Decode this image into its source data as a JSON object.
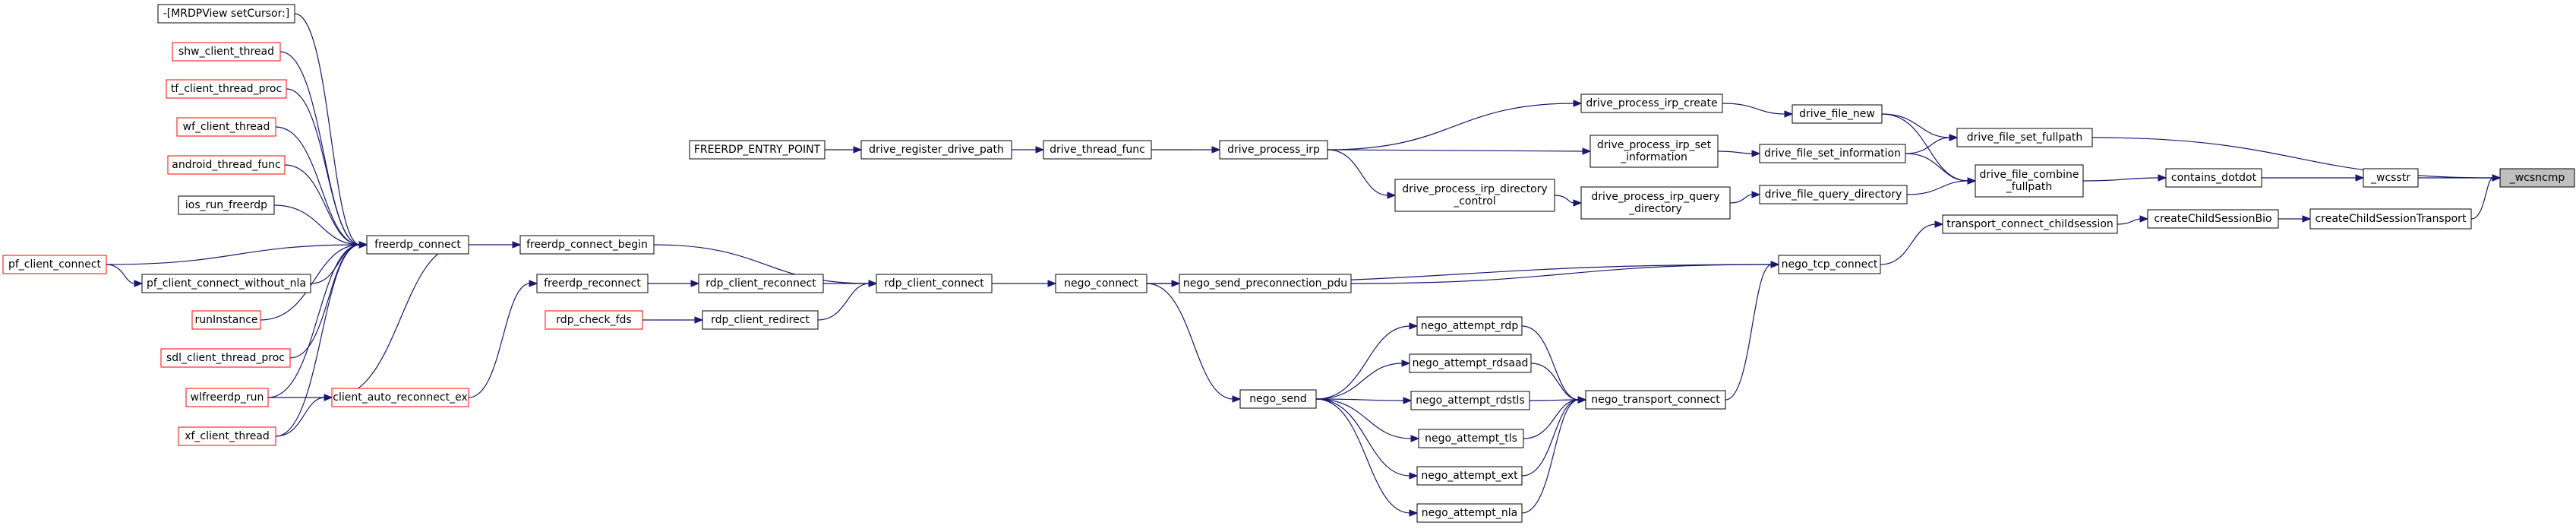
{
  "graph": {
    "root": "_wcsncmp",
    "colors": {
      "edge": "#191970",
      "external_border": "#ff0000",
      "node_border": "#000000",
      "root_fill": "#bfbfbf"
    },
    "nodes": [
      {
        "id": "wcsncmp",
        "lines": [
          "_wcsncmp"
        ],
        "kind": "root"
      },
      {
        "id": "wcsstr",
        "lines": [
          "_wcsstr"
        ],
        "kind": "normal"
      },
      {
        "id": "createChildSessionTransport",
        "lines": [
          "createChildSessionTransport"
        ],
        "kind": "normal"
      },
      {
        "id": "contains_dotdot",
        "lines": [
          "contains_dotdot"
        ],
        "kind": "normal"
      },
      {
        "id": "createChildSessionBio",
        "lines": [
          "createChildSessionBio"
        ],
        "kind": "normal"
      },
      {
        "id": "drive_file_set_fullpath",
        "lines": [
          "drive_file_set_fullpath"
        ],
        "kind": "normal"
      },
      {
        "id": "drive_file_combine_fullpath",
        "lines": [
          "drive_file_combine",
          "_fullpath"
        ],
        "kind": "normal"
      },
      {
        "id": "transport_connect_childsession",
        "lines": [
          "transport_connect_childsession"
        ],
        "kind": "normal"
      },
      {
        "id": "drive_file_new",
        "lines": [
          "drive_file_new"
        ],
        "kind": "normal"
      },
      {
        "id": "drive_file_set_information",
        "lines": [
          "drive_file_set_information"
        ],
        "kind": "normal"
      },
      {
        "id": "drive_file_query_directory",
        "lines": [
          "drive_file_query_directory"
        ],
        "kind": "normal"
      },
      {
        "id": "nego_tcp_connect",
        "lines": [
          "nego_tcp_connect"
        ],
        "kind": "normal"
      },
      {
        "id": "drive_process_irp_create",
        "lines": [
          "drive_process_irp_create"
        ],
        "kind": "normal"
      },
      {
        "id": "drive_process_irp_set_information",
        "lines": [
          "drive_process_irp_set",
          "_information"
        ],
        "kind": "normal"
      },
      {
        "id": "drive_process_irp_query_directory",
        "lines": [
          "drive_process_irp_query",
          "_directory"
        ],
        "kind": "normal"
      },
      {
        "id": "nego_transport_connect",
        "lines": [
          "nego_transport_connect"
        ],
        "kind": "normal"
      },
      {
        "id": "drive_process_irp",
        "lines": [
          "drive_process_irp"
        ],
        "kind": "normal"
      },
      {
        "id": "drive_process_irp_directory_control",
        "lines": [
          "drive_process_irp_directory",
          "_control"
        ],
        "kind": "normal"
      },
      {
        "id": "nego_send_preconnection_pdu",
        "lines": [
          "nego_send_preconnection_pdu"
        ],
        "kind": "normal"
      },
      {
        "id": "nego_attempt_rdp",
        "lines": [
          "nego_attempt_rdp"
        ],
        "kind": "normal"
      },
      {
        "id": "nego_attempt_rdsaad",
        "lines": [
          "nego_attempt_rdsaad"
        ],
        "kind": "normal"
      },
      {
        "id": "nego_attempt_rdstls",
        "lines": [
          "nego_attempt_rdstls"
        ],
        "kind": "normal"
      },
      {
        "id": "nego_attempt_tls",
        "lines": [
          "nego_attempt_tls"
        ],
        "kind": "normal"
      },
      {
        "id": "nego_attempt_ext",
        "lines": [
          "nego_attempt_ext"
        ],
        "kind": "normal"
      },
      {
        "id": "nego_attempt_nla",
        "lines": [
          "nego_attempt_nla"
        ],
        "kind": "normal"
      },
      {
        "id": "drive_thread_func",
        "lines": [
          "drive_thread_func"
        ],
        "kind": "normal"
      },
      {
        "id": "nego_connect",
        "lines": [
          "nego_connect"
        ],
        "kind": "normal"
      },
      {
        "id": "nego_send",
        "lines": [
          "nego_send"
        ],
        "kind": "normal"
      },
      {
        "id": "drive_register_drive_path",
        "lines": [
          "drive_register_drive_path"
        ],
        "kind": "normal"
      },
      {
        "id": "rdp_client_connect",
        "lines": [
          "rdp_client_connect"
        ],
        "kind": "normal"
      },
      {
        "id": "FREERDP_ENTRY_POINT",
        "lines": [
          "FREERDP_ENTRY_POINT"
        ],
        "kind": "normal"
      },
      {
        "id": "freerdp_connect_begin",
        "lines": [
          "freerdp_connect_begin"
        ],
        "kind": "normal"
      },
      {
        "id": "rdp_client_reconnect",
        "lines": [
          "rdp_client_reconnect"
        ],
        "kind": "normal"
      },
      {
        "id": "rdp_client_redirect",
        "lines": [
          "rdp_client_redirect"
        ],
        "kind": "normal"
      },
      {
        "id": "freerdp_connect",
        "lines": [
          "freerdp_connect"
        ],
        "kind": "normal"
      },
      {
        "id": "freerdp_reconnect",
        "lines": [
          "freerdp_reconnect"
        ],
        "kind": "normal"
      },
      {
        "id": "rdp_check_fds",
        "lines": [
          "rdp_check_fds"
        ],
        "kind": "external"
      },
      {
        "id": "MRDPView_setCursor",
        "lines": [
          "-[MRDPView setCursor:]"
        ],
        "kind": "normal"
      },
      {
        "id": "shw_client_thread",
        "lines": [
          "shw_client_thread"
        ],
        "kind": "external"
      },
      {
        "id": "tf_client_thread_proc",
        "lines": [
          "tf_client_thread_proc"
        ],
        "kind": "external"
      },
      {
        "id": "wf_client_thread",
        "lines": [
          "wf_client_thread"
        ],
        "kind": "external"
      },
      {
        "id": "android_thread_func",
        "lines": [
          "android_thread_func"
        ],
        "kind": "external"
      },
      {
        "id": "ios_run_freerdp",
        "lines": [
          "ios_run_freerdp"
        ],
        "kind": "normal"
      },
      {
        "id": "pf_client_connect_without_nla",
        "lines": [
          "pf_client_connect_without_nla"
        ],
        "kind": "normal"
      },
      {
        "id": "runInstance",
        "lines": [
          "runInstance"
        ],
        "kind": "external"
      },
      {
        "id": "sdl_client_thread_proc",
        "lines": [
          "sdl_client_thread_proc"
        ],
        "kind": "external"
      },
      {
        "id": "wlfreerdp_run",
        "lines": [
          "wlfreerdp_run"
        ],
        "kind": "external"
      },
      {
        "id": "xf_client_thread",
        "lines": [
          "xf_client_thread"
        ],
        "kind": "external"
      },
      {
        "id": "client_auto_reconnect_ex",
        "lines": [
          "client_auto_reconnect_ex"
        ],
        "kind": "external"
      },
      {
        "id": "pf_client_connect",
        "lines": [
          "pf_client_connect"
        ],
        "kind": "external"
      }
    ],
    "edges": [
      [
        "wcsncmp",
        "wcsstr"
      ],
      [
        "wcsncmp",
        "createChildSessionTransport"
      ],
      [
        "wcsncmp",
        "drive_file_set_fullpath"
      ],
      [
        "wcsstr",
        "contains_dotdot"
      ],
      [
        "contains_dotdot",
        "drive_file_combine_fullpath"
      ],
      [
        "createChildSessionTransport",
        "createChildSessionBio"
      ],
      [
        "createChildSessionBio",
        "transport_connect_childsession"
      ],
      [
        "transport_connect_childsession",
        "nego_tcp_connect"
      ],
      [
        "drive_file_set_fullpath",
        "drive_file_new"
      ],
      [
        "drive_file_set_fullpath",
        "drive_file_set_information"
      ],
      [
        "drive_file_combine_fullpath",
        "drive_file_new"
      ],
      [
        "drive_file_combine_fullpath",
        "drive_file_set_information"
      ],
      [
        "drive_file_combine_fullpath",
        "drive_file_query_directory"
      ],
      [
        "drive_file_new",
        "drive_process_irp_create"
      ],
      [
        "drive_file_set_information",
        "drive_process_irp_set_information"
      ],
      [
        "drive_file_query_directory",
        "drive_process_irp_query_directory"
      ],
      [
        "drive_process_irp_create",
        "drive_process_irp"
      ],
      [
        "drive_process_irp_set_information",
        "drive_process_irp"
      ],
      [
        "drive_process_irp_query_directory",
        "drive_process_irp_directory_control"
      ],
      [
        "drive_process_irp_directory_control",
        "drive_process_irp"
      ],
      [
        "drive_process_irp",
        "drive_thread_func"
      ],
      [
        "drive_thread_func",
        "drive_register_drive_path"
      ],
      [
        "drive_register_drive_path",
        "FREERDP_ENTRY_POINT"
      ],
      [
        "nego_tcp_connect",
        "nego_connect"
      ],
      [
        "nego_tcp_connect",
        "nego_send_preconnection_pdu"
      ],
      [
        "nego_tcp_connect",
        "nego_transport_connect"
      ],
      [
        "nego_send_preconnection_pdu",
        "nego_connect"
      ],
      [
        "nego_transport_connect",
        "nego_attempt_rdp"
      ],
      [
        "nego_transport_connect",
        "nego_attempt_rdsaad"
      ],
      [
        "nego_transport_connect",
        "nego_attempt_rdstls"
      ],
      [
        "nego_transport_connect",
        "nego_attempt_tls"
      ],
      [
        "nego_transport_connect",
        "nego_attempt_ext"
      ],
      [
        "nego_transport_connect",
        "nego_attempt_nla"
      ],
      [
        "nego_attempt_rdp",
        "nego_send"
      ],
      [
        "nego_attempt_rdsaad",
        "nego_send"
      ],
      [
        "nego_attempt_rdstls",
        "nego_send"
      ],
      [
        "nego_attempt_tls",
        "nego_send"
      ],
      [
        "nego_attempt_ext",
        "nego_send"
      ],
      [
        "nego_attempt_nla",
        "nego_send"
      ],
      [
        "nego_send",
        "nego_connect"
      ],
      [
        "nego_connect",
        "rdp_client_connect"
      ],
      [
        "rdp_client_connect",
        "freerdp_connect_begin"
      ],
      [
        "rdp_client_connect",
        "rdp_client_reconnect"
      ],
      [
        "rdp_client_connect",
        "rdp_client_redirect"
      ],
      [
        "freerdp_connect_begin",
        "freerdp_connect"
      ],
      [
        "rdp_client_reconnect",
        "freerdp_reconnect"
      ],
      [
        "rdp_client_redirect",
        "rdp_check_fds"
      ],
      [
        "freerdp_reconnect",
        "client_auto_reconnect_ex"
      ],
      [
        "freerdp_connect",
        "MRDPView_setCursor"
      ],
      [
        "freerdp_connect",
        "shw_client_thread"
      ],
      [
        "freerdp_connect",
        "tf_client_thread_proc"
      ],
      [
        "freerdp_connect",
        "wf_client_thread"
      ],
      [
        "freerdp_connect",
        "android_thread_func"
      ],
      [
        "freerdp_connect",
        "ios_run_freerdp"
      ],
      [
        "freerdp_connect",
        "pf_client_connect"
      ],
      [
        "freerdp_connect",
        "pf_client_connect_without_nla"
      ],
      [
        "freerdp_connect",
        "runInstance"
      ],
      [
        "freerdp_connect",
        "sdl_client_thread_proc"
      ],
      [
        "freerdp_connect",
        "wlfreerdp_run"
      ],
      [
        "freerdp_connect",
        "xf_client_thread"
      ],
      [
        "freerdp_connect",
        "client_auto_reconnect_ex"
      ],
      [
        "client_auto_reconnect_ex",
        "wlfreerdp_run"
      ],
      [
        "client_auto_reconnect_ex",
        "xf_client_thread"
      ],
      [
        "pf_client_connect_without_nla",
        "pf_client_connect"
      ]
    ]
  }
}
